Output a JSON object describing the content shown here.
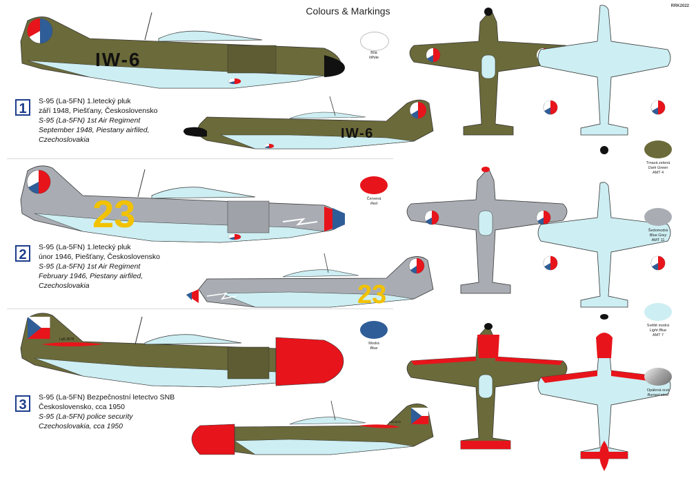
{
  "header": {
    "title": "Colours & Markings",
    "code": "RRK2022"
  },
  "schemes": [
    {
      "number": "1",
      "marking": "IW-6",
      "marking_color": "#111111",
      "base_color": "#6b6a3a",
      "lines": [
        "S-95 (La-5FN) 1.letecký pluk",
        "září 1948, Piešťany, Československo"
      ],
      "lines_en": [
        "S-95 (La-5FN) 1st Air Regiment",
        "September 1948, Piestany airfiled,",
        "Czechoslovakia"
      ]
    },
    {
      "number": "2",
      "marking": "23",
      "marking_color": "#f2c200",
      "base_color": "#a9adb3",
      "lines": [
        "S-95 (La-5FN) 1.letecký pluk",
        "únor 1946, Piešťany, Československo"
      ],
      "lines_en": [
        "S-95 (La-5FN) 1st Air Regiment",
        "February 1946, Piestany airfiled,",
        "Czechoslovakia"
      ]
    },
    {
      "number": "3",
      "marking": "La5-3678",
      "marking_color": "#111111",
      "base_color": "#6b6a3a",
      "lines": [
        "S-95 (La-5FN) Bezpečnostní letectvo SNB",
        "Československo, cca 1950"
      ],
      "lines_en": [
        "S-95 (La-5FN) police security",
        "Czechoslovakia, cca 1950"
      ]
    }
  ],
  "swatches": [
    {
      "name": "Bílá",
      "name_en": "White",
      "code": "",
      "color": "#ffffff"
    },
    {
      "name": "Červená",
      "name_en": "Red",
      "code": "",
      "color": "#e8141b"
    },
    {
      "name": "Modrá",
      "name_en": "Blue",
      "code": "",
      "color": "#2f5d97"
    },
    {
      "name": "Tmavá zelená",
      "name_en": "Dark Green",
      "code": "AMT 4",
      "color": "#6b6a3a"
    },
    {
      "name": "Šedomodrá",
      "name_en": "Blue Grey",
      "code": "AMT 11",
      "color": "#a9adb3"
    },
    {
      "name": "Světlě modrá",
      "name_en": "Light Blue",
      "code": "AMT 7",
      "color": "#cdeef2"
    },
    {
      "name": "Opálená ocel",
      "name_en": "Burned steel",
      "code": "",
      "color": "#9a9a9a"
    }
  ]
}
